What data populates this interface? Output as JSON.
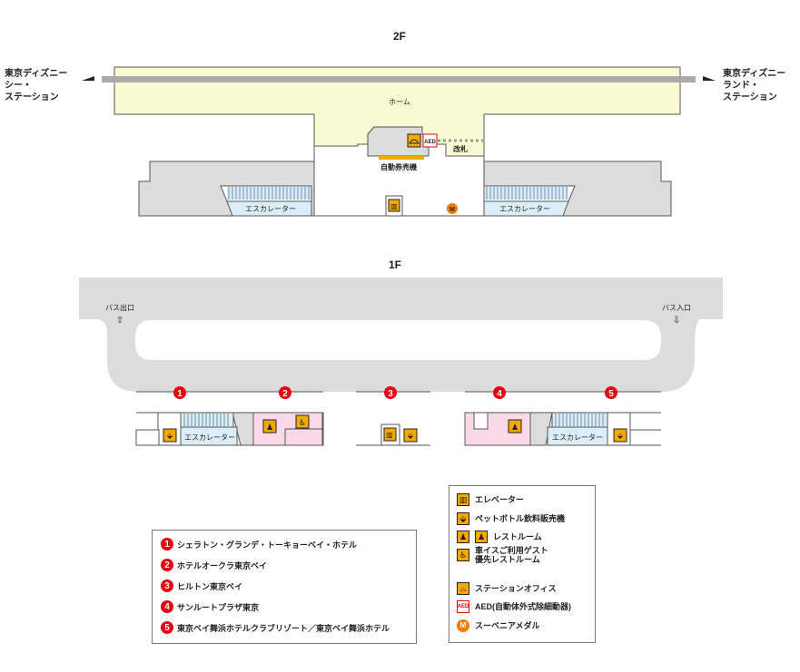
{
  "floor_2f": {
    "title": "2F",
    "left_destination_line1": "東京ディズニー",
    "left_destination_line2": "シー・",
    "left_destination_line3": "ステーション",
    "right_destination_line1": "東京ディズニー",
    "right_destination_line2": "ランド・",
    "right_destination_line3": "ステーション",
    "platform": "ホーム",
    "ticket_gate": "改札",
    "ticket_machine": "自動券売機",
    "escalator_left": "エスカレーター",
    "escalator_right": "エスカレーター",
    "aed_icon_text": "AED",
    "medal_icon_text": "M"
  },
  "floor_1f": {
    "title": "1F",
    "bus_exit": "バス出口",
    "bus_entrance": "バス入口",
    "stop_numbers": [
      "1",
      "2",
      "3",
      "4",
      "5"
    ],
    "escalator_left": "エスカレーター",
    "escalator_right": "エスカレーター"
  },
  "hotel_legend": [
    {
      "num": "1",
      "name": "シェラトン・グランデ・トーキョーベイ・ホテル"
    },
    {
      "num": "2",
      "name": "ホテルオークラ東京ベイ"
    },
    {
      "num": "3",
      "name": "ヒルトン東京ベイ"
    },
    {
      "num": "4",
      "name": "サンルートプラザ東京"
    },
    {
      "num": "5",
      "name": "東京ベイ舞浜ホテルクラブリゾート／東京ベイ舞浜ホテル"
    }
  ],
  "facility_legend": {
    "elevator": "エレベーター",
    "vending": "ペットボトル飲料販売機",
    "restroom": "レストルーム",
    "accessible_line1": "車イスご利用ゲスト",
    "accessible_line2": "優先レストルーム",
    "station_office": "ステーションオフィス",
    "aed": "AED(自動体外式除細動器)",
    "souvenir_medal": "スーベニアメダル"
  },
  "colors": {
    "platform": "#fafad2",
    "structure": "#dcdcdc",
    "escalator": "#dbeef8",
    "restroom_area": "#f9d9e6",
    "icon_yellow": "#f2a900",
    "hotel_number_red": "#e60012",
    "medal_orange": "#f07c00"
  }
}
